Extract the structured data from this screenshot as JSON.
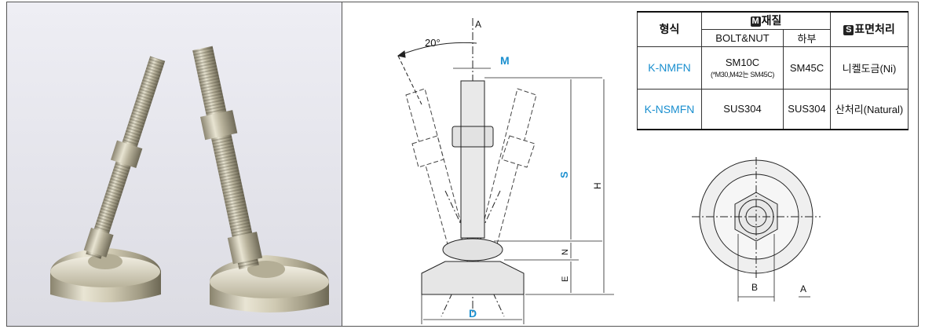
{
  "drawing": {
    "angle_label": "20°",
    "view_label_top": "A",
    "dim_m": "M",
    "dim_s": "S",
    "dim_h": "H",
    "dim_n": "N",
    "dim_e": "E",
    "dim_d": "D",
    "dim_b": "B",
    "view_arrow_label": "A",
    "accent_color": "#1a8fcf"
  },
  "table": {
    "header_model": "형식",
    "header_material_badge": "M",
    "header_material": "재질",
    "header_surface_badge": "S",
    "header_surface": "표면처리",
    "sub_bolt": "BOLT&NUT",
    "sub_lower": "하부",
    "rows": [
      {
        "model": "K-NMFN",
        "bolt": "SM10C",
        "bolt_note": "(*M30,M42는 SM45C)",
        "lower": "SM45C",
        "surface": "니켈도금(Ni)"
      },
      {
        "model": "K-NSMFN",
        "bolt": "SUS304",
        "bolt_note": "",
        "lower": "SUS304",
        "surface": "산처리(Natural)"
      }
    ]
  }
}
